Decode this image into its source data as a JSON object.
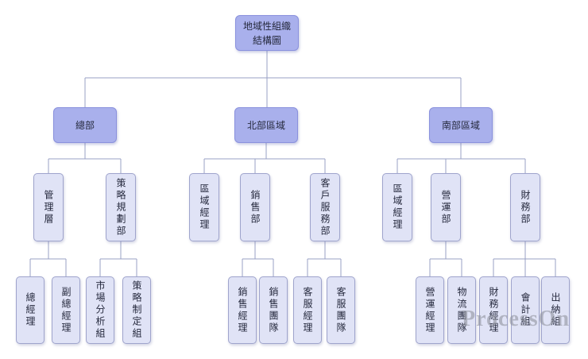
{
  "watermark": "ProcessOn",
  "colors": {
    "primary_fill": "#a9b0ec",
    "primary_border": "#8a91dd",
    "secondary_fill": "#e0e3f6",
    "secondary_border": "#9fa4cc",
    "connector_line": "#98a0c4",
    "text": "#262a3e",
    "background": "#ffffff",
    "watermark_text": "#8f929e"
  },
  "chart": {
    "root": {
      "line1": "地域性組織",
      "line2": "結構圖"
    },
    "level2": {
      "hq": "總部",
      "north": "北部區域",
      "south": "南部區域"
    },
    "level3": {
      "management": "管理層",
      "strategy_planning": "策略規劃部",
      "north_regional_manager": "區域經理",
      "sales_dept": "銷售部",
      "customer_service_dept": "客戶服務部",
      "south_regional_manager": "區域經理",
      "operations_dept": "營運部",
      "finance_dept": "財務部"
    },
    "level4": {
      "general_manager": "總經理",
      "deputy_general_manager": "副總經理",
      "market_analysis_group": "市場分析組",
      "strategy_formulation_group": "策略制定組",
      "sales_manager": "銷售經理",
      "sales_team": "銷售團隊",
      "cs_manager": "客服經理",
      "cs_team": "客服團隊",
      "ops_manager": "營運經理",
      "logistics_team": "物流團隊",
      "finance_manager": "財務經理",
      "accounting_group": "會計組",
      "cashier_group": "出納組"
    }
  }
}
